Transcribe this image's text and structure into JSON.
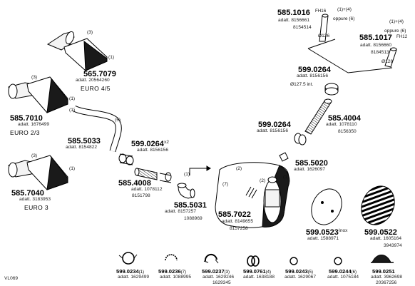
{
  "diagram_id": "VL069",
  "parts": {
    "p565_7079": {
      "code": "565.7079",
      "ref": "adatt. 20564260",
      "euro": "EURO  4/5",
      "qty": "(3)",
      "qty2": "(1)"
    },
    "p585_7010": {
      "code": "585.7010",
      "ref": "adatt. 1676499",
      "euro": "EURO  2/3",
      "qty": "(3)",
      "qty2": "(1)"
    },
    "p585_7040": {
      "code": "585.7040",
      "ref": "adatt. 3183953",
      "euro": "EURO  3",
      "qty": "(3)",
      "qty2": "(1)"
    },
    "p585_5033": {
      "code": "585.5033",
      "ref": "adatt. 8154822",
      "qty": "(1)",
      "qty2": "(5)"
    },
    "p599_0264a": {
      "code": "599.0264",
      "suffix": "x2",
      "ref": "adatt. 8156156"
    },
    "p585_4008": {
      "code": "585.4008",
      "ref": "adatt. 1078112",
      "ref2": "8151798"
    },
    "p585_5031": {
      "code": "585.5031",
      "ref": "adatt. 8157257",
      "ref2": "1088969",
      "qty": "(1)"
    },
    "p585_7022": {
      "code": "585.7022",
      "ref": "adatt. 8149655",
      "ref2": "8157258",
      "qty": "(2)",
      "qty2": "(7)",
      "qty3": "(2)",
      "qty4": "(1)"
    },
    "p585_5020": {
      "code": "585.5020",
      "ref": "adatt. 1626097"
    },
    "p599_0264b": {
      "code": "599.0264",
      "ref": "adatt. 8156156"
    },
    "p599_0264c": {
      "code": "599.0264",
      "ref": "adatt. 8156156"
    },
    "p585_4004": {
      "code": "585.4004",
      "ref": "adatt. 1078110",
      "ref2": "8156350"
    },
    "p585_1016": {
      "code": "585.1016",
      "fh": "FH16",
      "ref": "adatt. 8156661",
      "ref2": "8154514",
      "qty": "(1)+(4)",
      "oppure": "oppure (6)",
      "dia": "Ø126"
    },
    "p585_1017": {
      "code": "585.1017",
      "fh": "FH12",
      "ref": "adatt. 8156660",
      "ref2": "8184513",
      "qty": "(1)+(4)",
      "oppure": "oppure (6)",
      "dia": "Ø126"
    },
    "p599_0523": {
      "code": "599.0523",
      "suffix": "Inox",
      "ref": "adatt. 1588971"
    },
    "p599_0522": {
      "code": "599.0522",
      "ref": "adatt. 1605164",
      "ref2": "3943974"
    },
    "dia_int": "Ø127.5 int."
  },
  "clamps": [
    {
      "code": "599.0234",
      "qty": "(1)",
      "ref": "adatt. 1629499",
      "ref2": ""
    },
    {
      "code": "599.0236",
      "qty": "(7)",
      "ref": "adatt. 1088995",
      "ref2": ""
    },
    {
      "code": "599.0237",
      "qty": "(3)",
      "ref": "adatt. 1629246",
      "ref2": "1629345"
    },
    {
      "code": "599.0761",
      "qty": "(4)",
      "ref": "adatt. 1638188",
      "ref2": ""
    },
    {
      "code": "599.0243",
      "qty": "(5)",
      "ref": "adatt. 1629067",
      "ref2": ""
    },
    {
      "code": "599.0244",
      "qty": "(6)",
      "ref": "adatt. 1075184",
      "ref2": ""
    },
    {
      "code": "599.0251",
      "qty": "",
      "ref": "adatt. 3962698",
      "ref2": "20367256"
    }
  ],
  "colors": {
    "line": "#000000",
    "fill_dark": "#1a1a1a",
    "fill_light": "#f4f4f4"
  }
}
